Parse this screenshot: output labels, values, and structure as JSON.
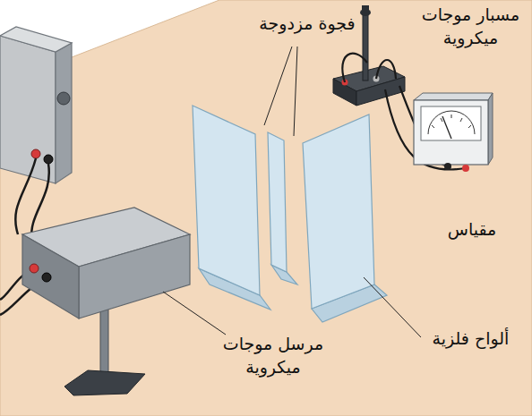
{
  "diagram": {
    "labels": [
      "مسبار موجات ميكروية",
      "فجوة مزدوجة",
      "مقياس",
      "ألواح فلزية",
      "مرسل موجات ميكروية"
    ]
  }
}
